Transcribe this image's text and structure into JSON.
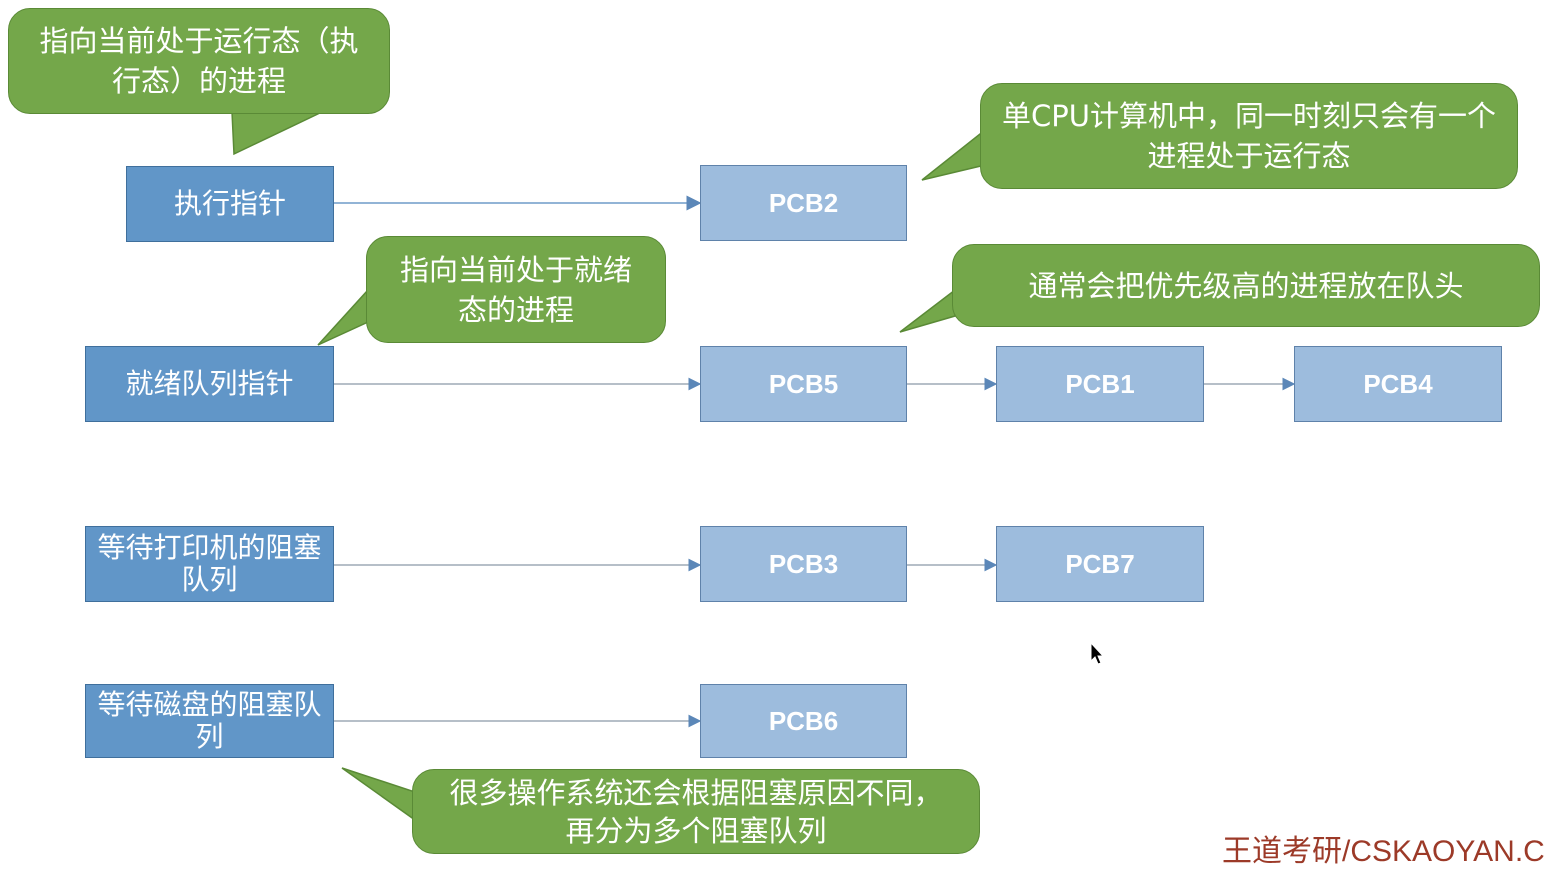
{
  "pointers": {
    "running": "执行指针",
    "ready": "就绪队列指针",
    "printer_blocked": "等待打印机的阻塞队列",
    "disk_blocked": "等待磁盘的阻塞队列"
  },
  "pcbs": {
    "running": [
      "PCB2"
    ],
    "ready": [
      "PCB5",
      "PCB1",
      "PCB4"
    ],
    "printer_blocked": [
      "PCB3",
      "PCB7"
    ],
    "disk_blocked": [
      "PCB6"
    ]
  },
  "callouts": {
    "running_pointer_note": "指向当前处于运行态（执行态）的进程",
    "single_cpu_note": "单CPU计算机中，同一时刻只会有一个进程处于运行态",
    "ready_pointer_note": "指向当前处于就绪态的进程",
    "priority_note": "通常会把优先级高的进程放在队头",
    "blocked_queues_note": "很多操作系统还会根据阻塞原因不同，再分为多个阻塞队列"
  },
  "watermark": "王道考研/CSKAOYAN.C",
  "colors": {
    "pointer_box": "#6196c8",
    "pcb_box": "#9dbcdd",
    "callout": "#74a74a",
    "watermark": "#9c3a28"
  }
}
